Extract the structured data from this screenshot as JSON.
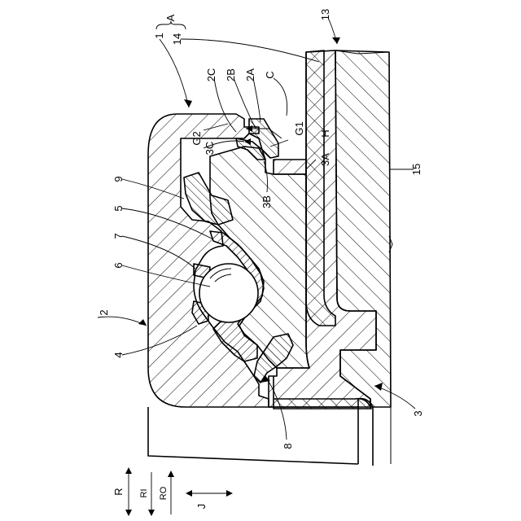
{
  "labels": {
    "A": "A",
    "C": "C",
    "H": "H",
    "J": "J",
    "R": "R",
    "RI": "RI",
    "RO": "RO",
    "n1": "1",
    "n2": "2",
    "n2A": "2A",
    "n2B": "2B",
    "n2C": "2C",
    "n3": "3",
    "n3A": "3A",
    "n3B": "3B",
    "n3C": "3C",
    "n4": "4",
    "n5": "5",
    "n6": "6",
    "n7": "7",
    "n8": "8",
    "n9": "9",
    "n13": "13",
    "n14": "14",
    "n15": "15",
    "G1": "G1",
    "G2": "G2"
  }
}
